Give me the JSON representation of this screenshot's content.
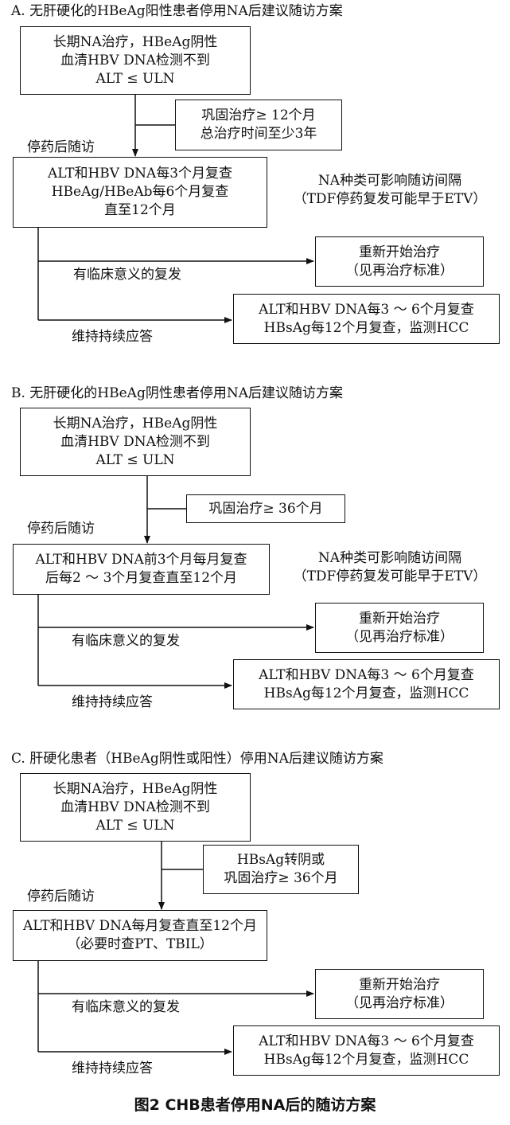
{
  "sections": [
    {
      "title": "A. 无肝硬化的HBeAg阳性患者停用NA后建议随访方案",
      "start_box": [
        "长期NA治疗，HBeAg阴性",
        "血清HBV DNA检测不到",
        "ALT ≤ ULN"
      ],
      "condition_box": [
        "巩固治疗≥ 12个月",
        "总治疗时间至少3年"
      ],
      "stop_label": "停药后随访",
      "followup_box": [
        "ALT和HBV DNA每3个月复查",
        "HBeAg/HBeAb每6个月复查",
        "直至12个月"
      ],
      "note": [
        "NA种类可影响随访间隔",
        "（TDF停药复发可能早于ETV）"
      ],
      "relapse_label": "有临床意义的复发",
      "retreat_box": [
        "重新开始治疗",
        "（见再治疗标准）"
      ],
      "sustain_label": "维持持续应答",
      "monitor_box": [
        "ALT和HBV DNA每3 ～ 6个月复查",
        "HBsAg每12个月复查，监测HCC"
      ]
    },
    {
      "title": "B. 无肝硬化的HBeAg阴性患者停用NA后建议随访方案",
      "start_box": [
        "长期NA治疗，HBeAg阴性",
        "血清HBV DNA检测不到",
        "ALT ≤ ULN"
      ],
      "condition_box": [
        "巩固治疗≥ 36个月"
      ],
      "stop_label": "停药后随访",
      "followup_box": [
        "ALT和HBV DNA前3个月每月复查",
        "后每2 ～ 3个月复查直至12个月"
      ],
      "note": [
        "NA种类可影响随访间隔",
        "（TDF停药复发可能早于ETV）"
      ],
      "relapse_label": "有临床意义的复发",
      "retreat_box": [
        "重新开始治疗",
        "（见再治疗标准）"
      ],
      "sustain_label": "维持持续应答",
      "monitor_box": [
        "ALT和HBV DNA每3 ～ 6个月复查",
        "HBsAg每12个月复查，监测HCC"
      ]
    },
    {
      "title": "C. 肝硬化患者（HBeAg阴性或阳性）停用NA后建议随访方案",
      "start_box": [
        "长期NA治疗，HBeAg阴性",
        "血清HBV DNA检测不到",
        "ALT ≤ ULN"
      ],
      "condition_box": [
        "HBsAg转阴或",
        "巩固治疗≥ 36个月"
      ],
      "stop_label": "停药后随访",
      "followup_box": [
        "ALT和HBV DNA每月复查直至12个月",
        "（必要时查PT、TBIL）"
      ],
      "note": [],
      "relapse_label": "有临床意义的复发",
      "retreat_box": [
        "重新开始治疗",
        "（见再治疗标准）"
      ],
      "sustain_label": "维持持续应答",
      "monitor_box": [
        "ALT和HBV DNA每3 ～ 6个月复查",
        "HBsAg每12个月复查，监测HCC"
      ]
    }
  ],
  "caption": "图2 CHB患者停用NA后的随访方案"
}
